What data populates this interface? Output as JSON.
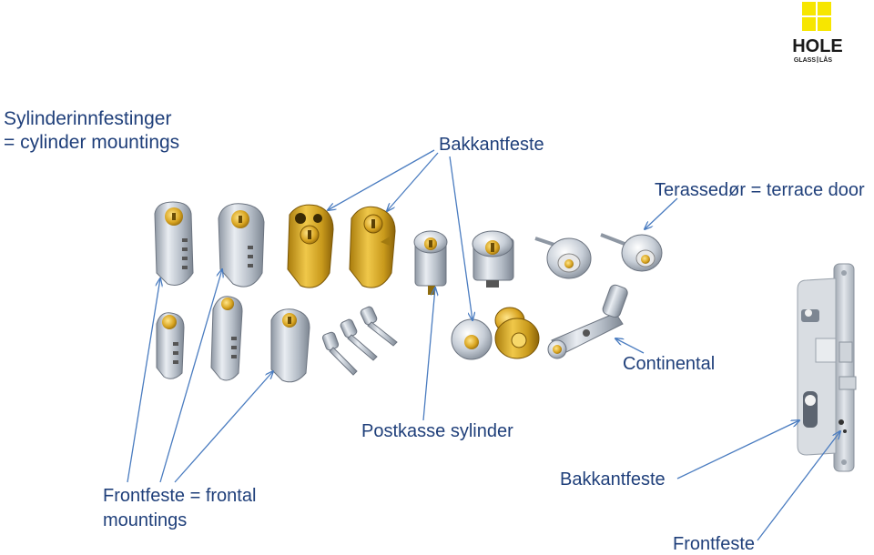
{
  "logo": {
    "brand": "HOLE",
    "sub_left": "GLASS",
    "sub_right": "LÅS",
    "yellow": "#f7e600",
    "dark": "#1a1a1a"
  },
  "title": {
    "line1": "Sylinderinnfestinger",
    "line2": "= cylinder mountings"
  },
  "labels": {
    "bakkantfeste_top": "Bakkantfeste",
    "terrace": "Terassedør = terrace door",
    "continental": "Continental",
    "postkasse": "Postkasse sylinder",
    "frontfeste_line1": "Frontfeste = frontal",
    "frontfeste_line2": "mountings",
    "bakkantfeste_lock": "Bakkantfeste",
    "frontfeste_lock": "Frontfeste"
  },
  "colors": {
    "text": "#1f3f7a",
    "arrow": "#4a7cc0",
    "chrome": "#c9ced6",
    "brass": "#d4a419"
  },
  "icons": [
    "euro-cylinder-icon",
    "oval-cylinder-icon",
    "round-cylinder-icon",
    "key-icon",
    "mortise-lock-icon"
  ]
}
